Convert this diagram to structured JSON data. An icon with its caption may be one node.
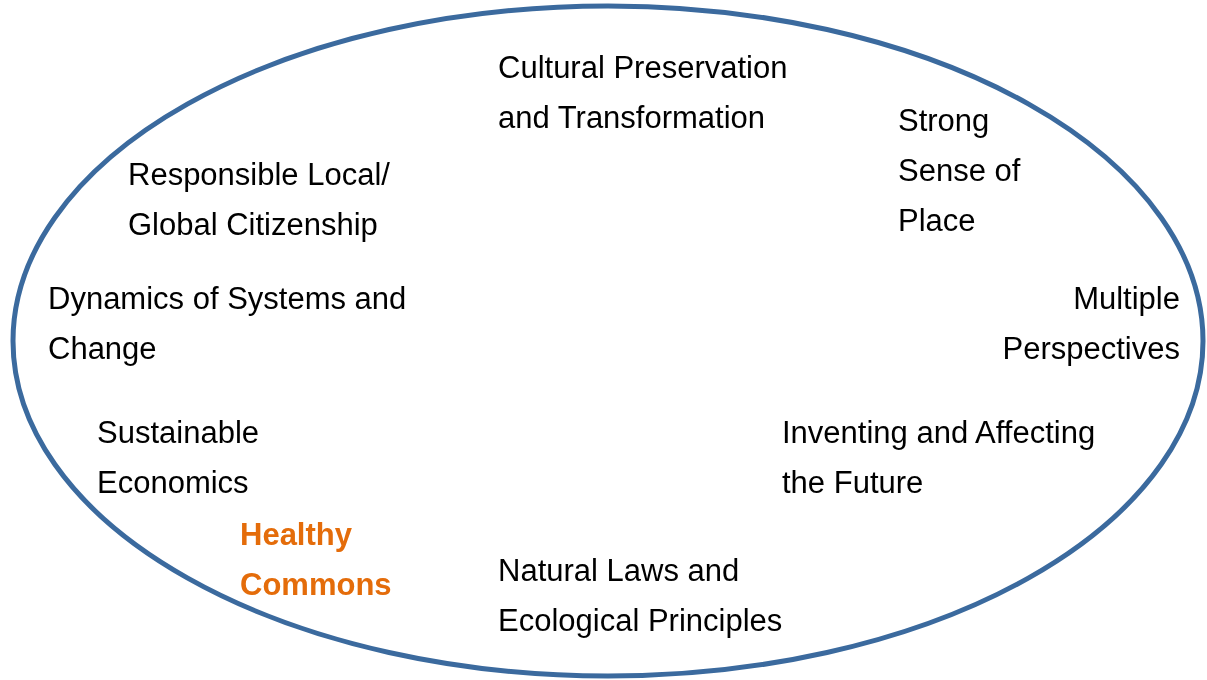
{
  "diagram": {
    "nodes": [
      {
        "text": [
          "Cultural Preservation and Transformation",
          "Strong Sense of Place",
          "Responsible Local/ Global Citizenship",
          "Dynamics of Systems and Change",
          "Multiple Perspectives",
          "Sustainable Economics",
          "Inventing and Affecting the Future",
          "Healthy Commons",
          "Natural Laws and Ecological Principles"
        ]
      }
    ]
  }
}
